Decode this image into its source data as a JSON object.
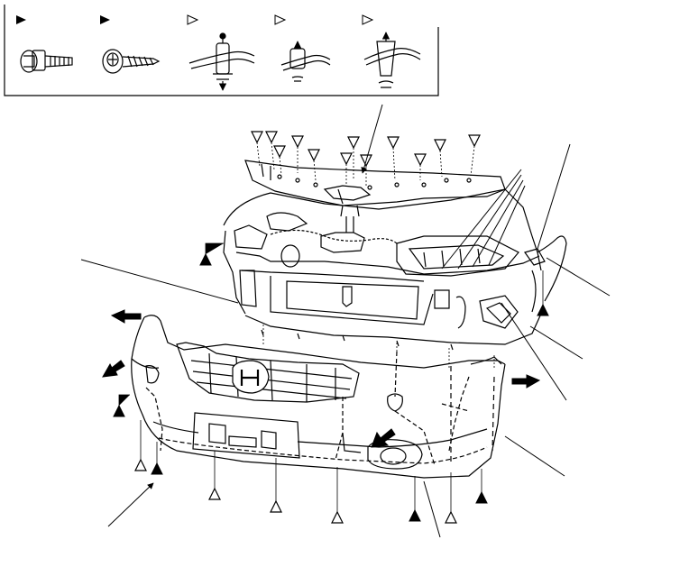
{
  "diagram": {
    "subject": "front-bumper-exploded-view",
    "brand_badge": "H",
    "legend": {
      "items": [
        {
          "marker": "filled-triangle",
          "part": "flange-bolt"
        },
        {
          "marker": "filled-triangle",
          "part": "self-tapping-screw"
        },
        {
          "marker": "open-triangle",
          "part": "push-clip"
        },
        {
          "marker": "open-triangle",
          "part": "trim-clip"
        },
        {
          "marker": "open-triangle",
          "part": "push-rivet-clip"
        }
      ]
    },
    "colors": {
      "line": "#000000",
      "background": "#ffffff"
    }
  }
}
